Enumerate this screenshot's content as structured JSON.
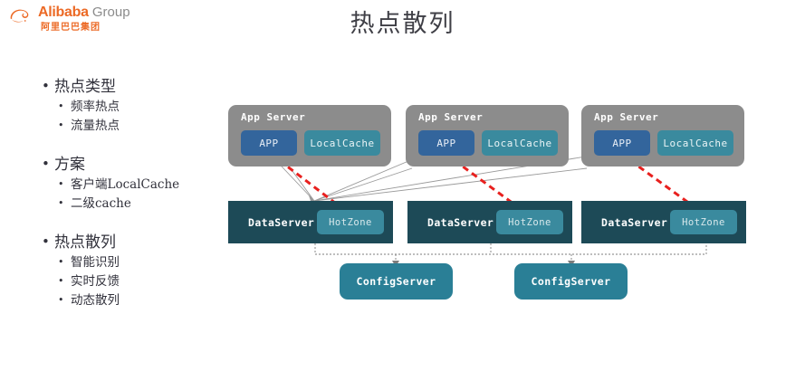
{
  "logo": {
    "brand": "Alibaba",
    "suffix": " Group",
    "chinese": "阿里巴巴集团",
    "color": "#ec6a26"
  },
  "title": "热点散列",
  "bullets": [
    {
      "heading": "热点类型",
      "items": [
        "频率热点",
        "流量热点"
      ]
    },
    {
      "heading": "方案",
      "items": [
        "客户端LocalCache",
        "二级cache"
      ]
    },
    {
      "heading": "热点散列",
      "items": [
        "智能识别",
        "实时反馈",
        "动态散列"
      ]
    }
  ],
  "diagram": {
    "colors": {
      "app_server_bg": "#8c8c8c",
      "app_chip": "#33659c",
      "cache_chip": "#3a8a9e",
      "data_server_bg": "#1d4a57",
      "hot_zone": "#3a8a9e",
      "config_server": "#2a7f96",
      "hot_arrow": "#e8201e",
      "link_line": "#9a9a9a"
    },
    "app_servers": [
      {
        "label": "App Server",
        "app": "APP",
        "cache": "LocalCache"
      },
      {
        "label": "App Server",
        "app": "APP",
        "cache": "LocalCache"
      },
      {
        "label": "App Server",
        "app": "APP",
        "cache": "LocalCache"
      }
    ],
    "data_servers": [
      {
        "label": "DataServer",
        "zone": "HotZone"
      },
      {
        "label": "DataServer",
        "zone": "HotZone"
      },
      {
        "label": "DataServer",
        "zone": "HotZone"
      }
    ],
    "config_servers": [
      {
        "label": "ConfigServer"
      },
      {
        "label": "ConfigServer"
      }
    ]
  }
}
